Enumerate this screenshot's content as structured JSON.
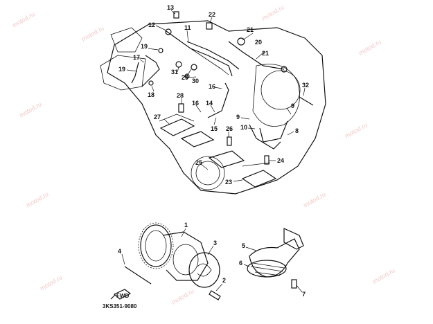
{
  "diagram_code": "3KS351-9080",
  "fwd_label": "FWD",
  "watermark": "motod.ru",
  "callouts": {
    "c13": "13",
    "c22": "22",
    "c12": "12",
    "c11": "11",
    "c21a": "21",
    "c21b": "21",
    "c20": "20",
    "c19a": "19",
    "c19b": "19",
    "c17": "17",
    "c31": "31",
    "c29": "29",
    "c30": "30",
    "c16a": "16",
    "c16b": "16",
    "c18": "18",
    "c28": "28",
    "c14": "14",
    "c32": "32",
    "c9a": "9",
    "c9b": "9",
    "c10": "10",
    "c27": "27",
    "c15": "15",
    "c26": "26",
    "c8": "8",
    "c25": "25",
    "c24": "24",
    "c23": "23",
    "c1": "1",
    "c3": "3",
    "c4": "4",
    "c2": "2",
    "c5": "5",
    "c6": "6",
    "c7": "7"
  }
}
